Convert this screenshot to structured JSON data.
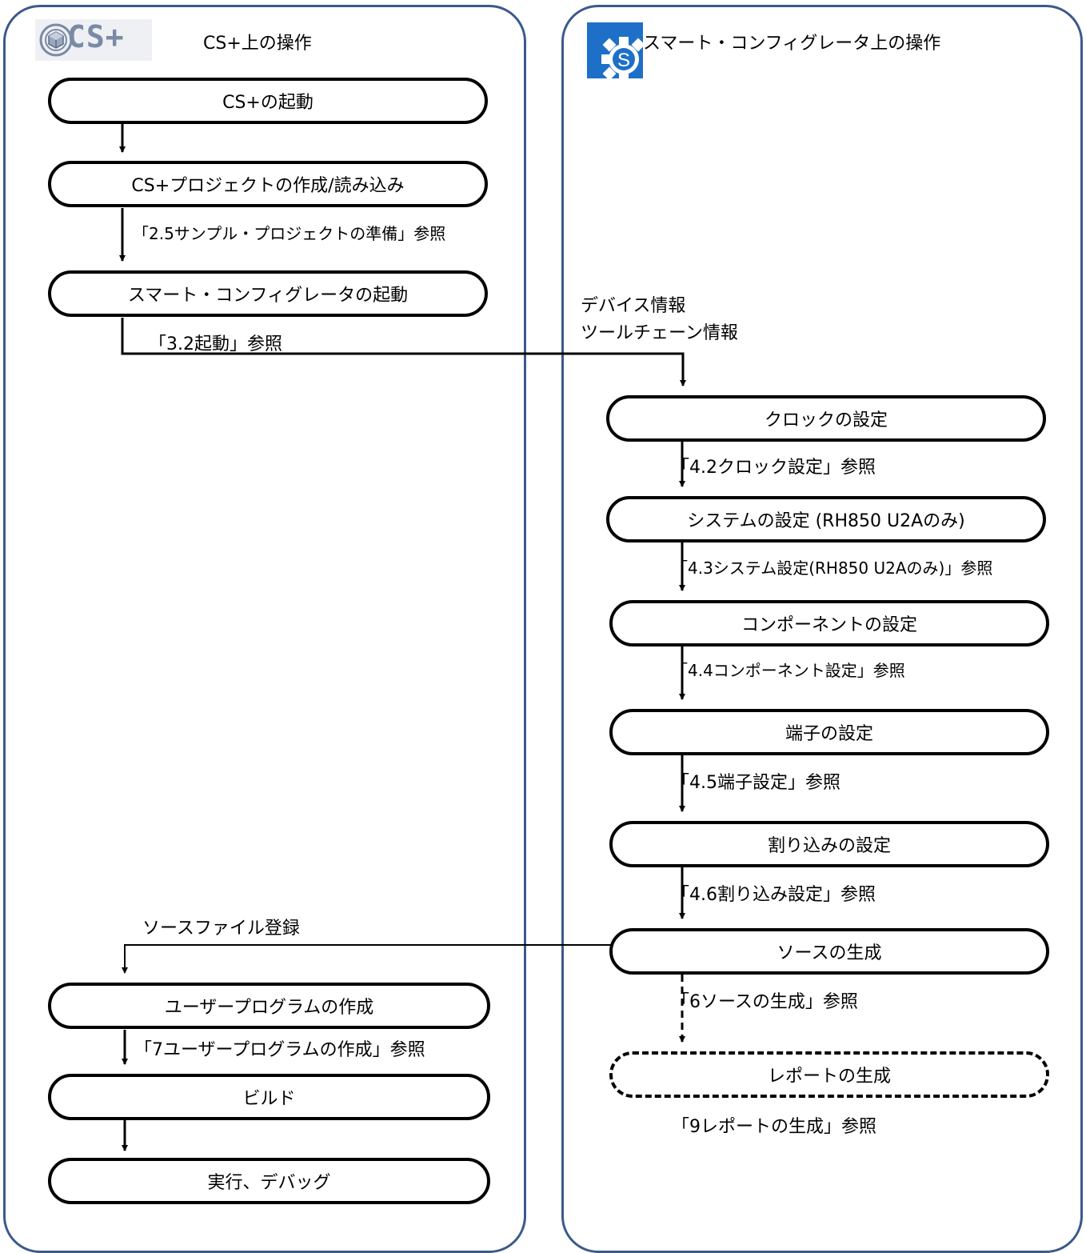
{
  "left_lane": {
    "logo_text": "CS+",
    "title": "CS+上の操作",
    "steps": [
      "CS+の起動",
      "CS+プロジェクトの作成/読み込み",
      "スマート・コンフィグレータの起動",
      "ユーザープログラムの作成",
      "ビルド",
      "実行、デバッグ"
    ],
    "refs": [
      "「2.5サンプル・プロジェクトの準備」参照",
      "「3.2起動」参照",
      "「7ユーザープログラムの作成」参照"
    ]
  },
  "right_lane": {
    "title": "スマート・コンフィグレータ上の操作",
    "steps": [
      "クロックの設定",
      "システムの設定 (RH850 U2Aのみ)",
      "コンポーネントの設定",
      "端子の設定",
      "割り込みの設定",
      "ソースの生成",
      "レポートの生成"
    ],
    "refs": [
      "「4.2クロック設定」参照",
      "「4.3システム設定(RH850 U2Aのみ)」参照",
      "「4.4コンポーネント設定」参照",
      "「4.5端子設定」参照",
      "「4.6割り込み設定」参照",
      "「6ソースの生成」参照",
      "「9レポートの生成」参照"
    ]
  },
  "flow_labels": {
    "device_info": "デバイス情報",
    "toolchain_info": "ツールチェーン情報",
    "source_registration": "ソースファイル登録"
  },
  "colors": {
    "lane_border": "#3b5a8a",
    "smart_config_icon_bg": "#1e6fc8",
    "cs_logo": "#7a8aa6"
  },
  "icons": {
    "cs_logo": "cs-plus-logo-icon",
    "smart_config": "smart-configurator-gear-icon"
  }
}
